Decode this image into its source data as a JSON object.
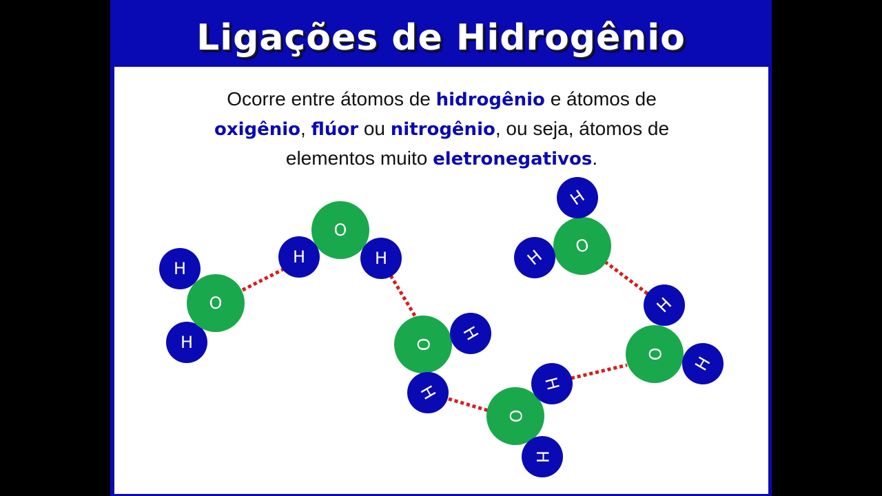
{
  "slide": {
    "title": "Ligações de Hidrogênio",
    "intro": {
      "line1_a": "Ocorre entre átomos de ",
      "line1_b": "hidrogênio",
      "line1_c": " e átomos de",
      "line2_a": "oxigênio",
      "line2_b": ", ",
      "line2_c": "flúor",
      "line2_d": " ou ",
      "line2_e": "nitrogênio",
      "line2_f": ", ou seja, átomos de",
      "line3_a": "elementos muito ",
      "line3_b": "eletronegativos",
      "line3_c": "."
    }
  },
  "diagram": {
    "oxygen_label": "O",
    "hydrogen_label": "H",
    "colors": {
      "oxygen": "#1aa84c",
      "hydrogen": "#0a0ab4",
      "hydrogen_bond": "#d81c1c",
      "header": "#0a0ab4"
    }
  }
}
